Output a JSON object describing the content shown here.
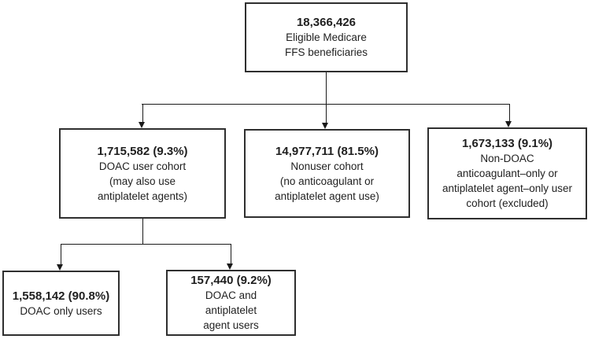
{
  "boxes": {
    "root": {
      "value": "18,366,426",
      "label_lines": [
        "Eligible Medicare",
        "FFS beneficiaries"
      ]
    },
    "doac_user": {
      "value": "1,715,582 (9.3%)",
      "label_lines": [
        "DOAC user cohort",
        "(may also use",
        "antiplatelet agents)"
      ]
    },
    "nonuser": {
      "value": "14,977,711 (81.5%)",
      "label_lines": [
        "Nonuser cohort",
        "(no anticoagulant or",
        "antiplatelet agent use)"
      ]
    },
    "non_doac": {
      "value": "1,673,133 (9.1%)",
      "label_lines": [
        "Non-DOAC",
        "anticoagulant–only or",
        "antiplatelet agent–only user",
        "cohort (excluded)"
      ]
    },
    "doac_only": {
      "value": "1,558,142 (90.8%)",
      "label_lines": [
        "DOAC only users"
      ]
    },
    "doac_antiplatelet": {
      "value": "157,440 (9.2%)",
      "label_lines": [
        "DOAC and",
        "antiplatelet",
        "agent users"
      ]
    }
  },
  "colors": {
    "background": "#ffffff",
    "box_border": "#2f2f2f",
    "text": "#1f1f1f",
    "connector_line": "#1a1a1a"
  }
}
